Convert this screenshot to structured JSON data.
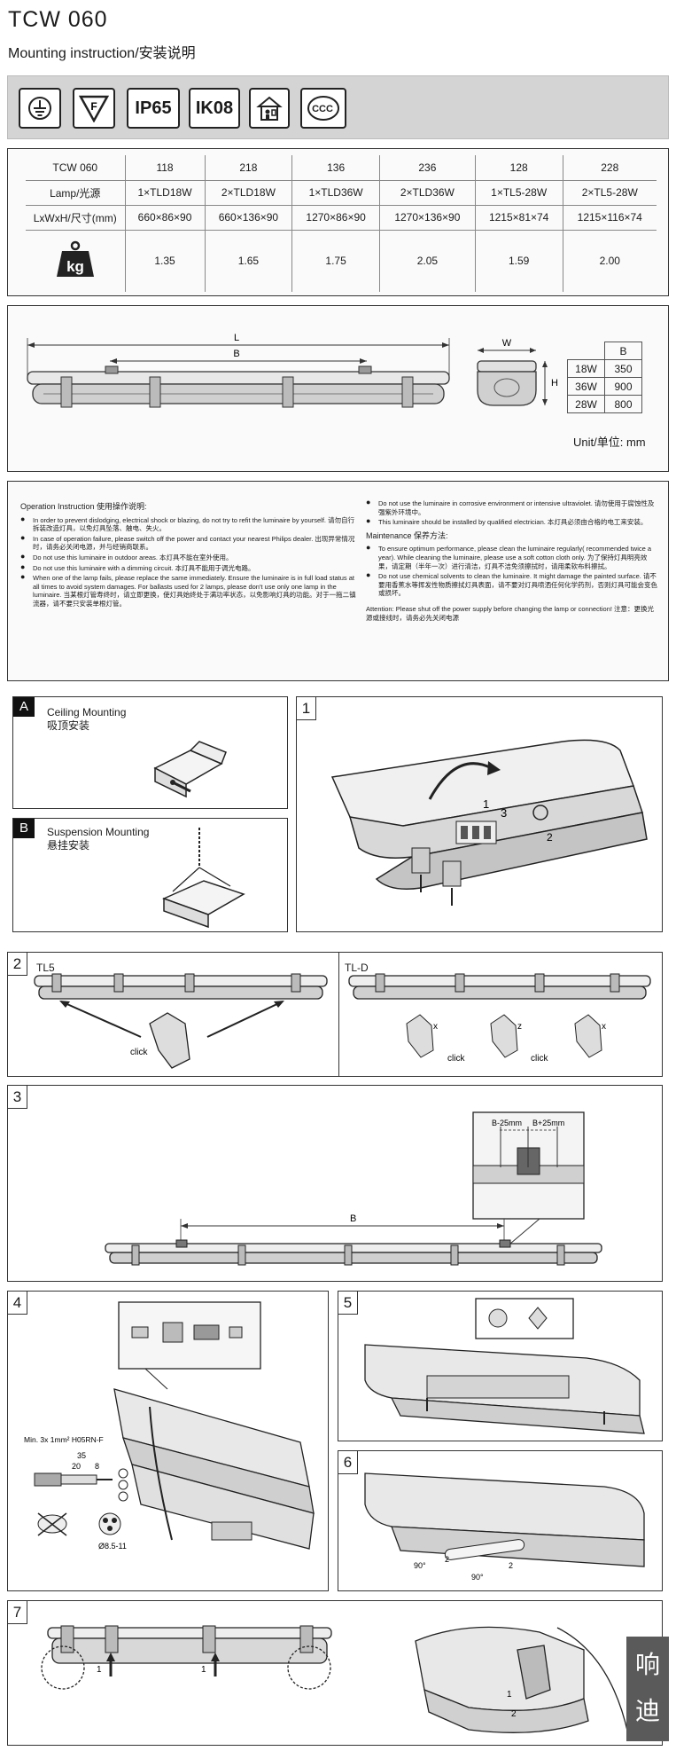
{
  "header": {
    "title": "TCW 060",
    "subtitle": "Mounting instruction/安装说明"
  },
  "cert_icons": [
    {
      "name": "earth-symbol-icon",
      "label": ""
    },
    {
      "name": "f-mark-icon",
      "label": "F"
    },
    {
      "name": "ip65-icon",
      "label": "IP65"
    },
    {
      "name": "ik08-icon",
      "label": "IK08"
    },
    {
      "name": "indoor-use-icon",
      "label": ""
    },
    {
      "name": "ccc-mark-icon",
      "label": ""
    }
  ],
  "spec_table": {
    "model_label": "TCW 060",
    "codes": [
      "118",
      "218",
      "136",
      "236",
      "128",
      "228"
    ],
    "lamp_label": "Lamp/光源",
    "lamps": [
      "1×TLD18W",
      "2×TLD18W",
      "1×TLD36W",
      "2×TLD36W",
      "1×TL5-28W",
      "2×TL5-28W"
    ],
    "size_label": "LxWxH/尺寸(mm)",
    "sizes": [
      "660×86×90",
      "660×136×90",
      "1270×86×90",
      "1270×136×90",
      "1215×81×74",
      "1215×116×74"
    ],
    "weight_icon_label": "kg",
    "weights": [
      "1.35",
      "1.65",
      "1.75",
      "2.05",
      "1.59",
      "2.00"
    ]
  },
  "dimensions": {
    "label_L": "L",
    "label_B": "B",
    "label_W": "W",
    "label_H": "H",
    "b_header": "B",
    "b_rows": [
      {
        "watt": "18W",
        "b": "350"
      },
      {
        "watt": "36W",
        "b": "900"
      },
      {
        "watt": "28W",
        "b": "800"
      }
    ],
    "unit": "Unit/单位: mm"
  },
  "operation": {
    "heading": "Operation Instruction 使用操作说明:",
    "left_items": [
      "In order to prevent dislodging, electrical shock or blazing, do not try to refit the luminaire by yourself. 请勿自行拆装改造灯具，以免灯具坠落、触电、失火。",
      "In case of operation failure, please switch off the power and contact your nearest Philips dealer. 出现异常情况时，请务必关闭电源，并与经销商联系。",
      "Do not use this luminaire in outdoor areas. 本灯具不能在室外使用。",
      "Do not use this luminaire with a dimming circuit. 本灯具不能用于调光电路。",
      "When one of the lamp fails, please replace the same immediately. Ensure the luminaire is in full load status at all times to avoid system damages. For ballasts used for 2 lamps, please don't use only one lamp in the luminaire. 当某根灯管寿终时，请立即更换，使灯具始终处于满功率状态，以免影响灯具的功能。对于一拖二镇流器，请不要只安装单根灯管。"
    ],
    "right_items": [
      "Do not use the luminaire in corrosive environment or intensive ultraviolet. 请勿使用于腐蚀性及强紫外环境中。",
      "This luminaire should be installed by qualified electrician. 本灯具必须由合格的电工来安装。"
    ],
    "maintenance_heading": "Maintenance 保养方法:",
    "maintenance_items": [
      "To ensure optimum performance, please clean the luminaire regularly( recommended twice a year). While cleaning the luminaire, please use a soft cotton cloth only. 为了保持灯具明亮效果，请定期（半年一次）进行清洁，灯具不洁免须擦拭时，请用柔软布料擦拭。",
      "Do not use chemical solvents to clean the luminaire. It might damage the painted surface. 请不要用香蕉水等挥发性物质擦拭灯具表面，请不要对灯具喷洒任何化学药剂，否则灯具可能会变色或损坏。"
    ],
    "attention": "Attention: Please shut off the power supply before changing the lamp or connection! 注意：更换光源或接线时，请务必先关闭电源"
  },
  "mounting": {
    "a_letter": "A",
    "a_title": "Ceiling Mounting",
    "a_title_cn": "吸顶安装",
    "b_letter": "B",
    "b_title": "Suspension Mounting",
    "b_title_cn": "悬挂安装"
  },
  "steps": {
    "s1": "1",
    "s2": "2",
    "s3": "3",
    "s4": "4",
    "s5": "5",
    "s6": "6",
    "s7": "7",
    "tl5": "TL5",
    "tld": "TL-D",
    "click": "click",
    "b_minus": "B-25mm",
    "b_plus": "B+25mm",
    "b_label": "B",
    "cable_spec": "Min. 3x 1mm² H05RN-F",
    "dim_35": "35",
    "dim_20": "20",
    "dim_8": "8",
    "diameter": "Ø8.5-11",
    "deg_90": "90°",
    "x": "x",
    "z": "z"
  },
  "watermark": {
    "line1": "响",
    "line2": "迪"
  }
}
